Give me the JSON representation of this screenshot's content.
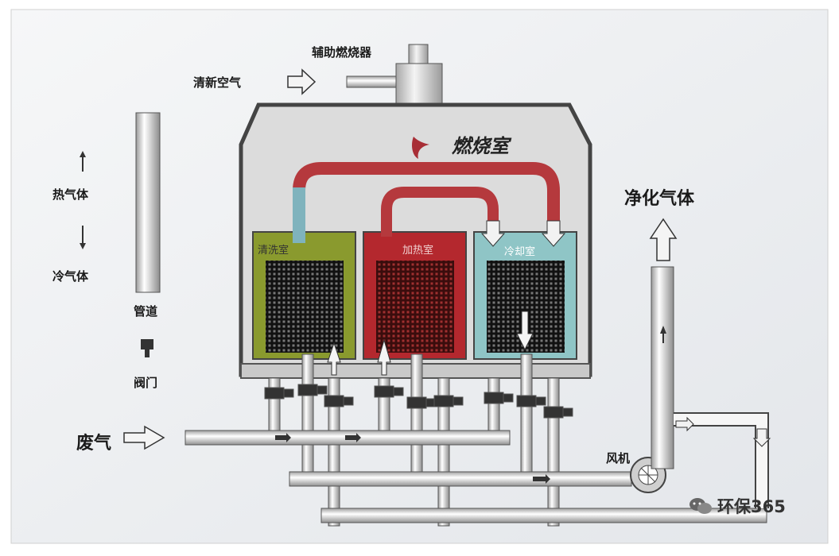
{
  "labels": {
    "auxiliary_burner": "辅助燃烧器",
    "fresh_air": "清新空气",
    "combustion_chamber": "燃烧室",
    "clean_gas": "净化气体",
    "hot_gas": "热气体",
    "cold_gas": "冷气体",
    "pipe": "管道",
    "valve": "阀门",
    "waste_gas": "废气",
    "fan": "风机",
    "wash_room": "清洗室",
    "heat_room": "加热室",
    "cool_room": "冷却室"
  },
  "watermark": "环保365",
  "icons": [
    "wechat-icon",
    "valve-icon",
    "fan-icon",
    "flame-icon",
    "arrow-icon"
  ],
  "colors": {
    "wash_room": "#8a9a2e",
    "heat_room": "#b4282e",
    "cool_room": "#8fc5c6",
    "hot_pipe": "#b5393d",
    "cool_pipe": "#7fb3bd",
    "chamber": "#dedede",
    "background": "#eef0f2"
  }
}
